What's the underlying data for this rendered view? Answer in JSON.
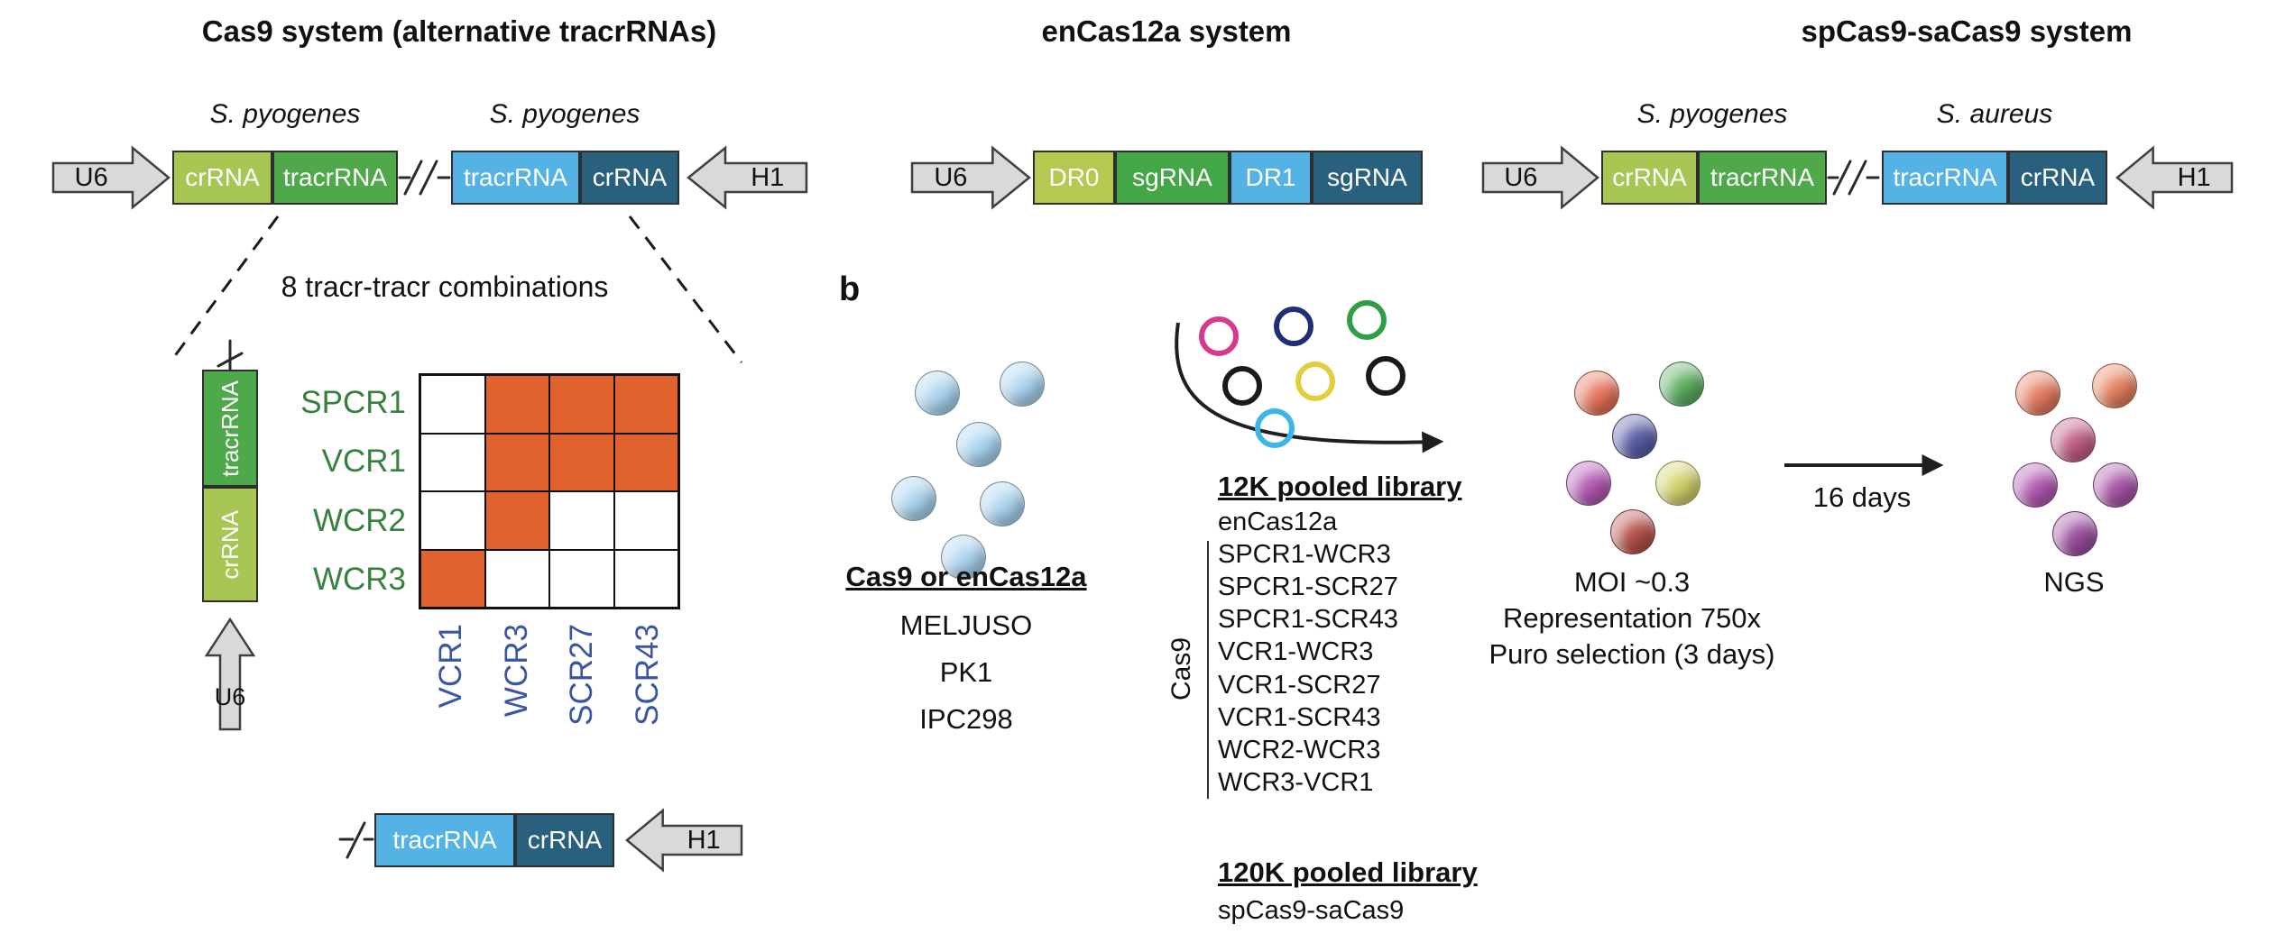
{
  "colors": {
    "crRNA_light_green": "#a8c653",
    "tracrRNA_green": "#4fa84a",
    "tracrRNA_light_blue": "#54b2e4",
    "crRNA_dark_teal": "#29607e",
    "dr0_green": "#b4c94f",
    "sgRNA_green": "#43a647",
    "dr1_light_blue": "#54b2e4",
    "sgRNA_dark_teal": "#29607e",
    "promoter_arrow_gray": "#d9d9d9",
    "matrix_orange": "#e0622c",
    "row_label_green": "#37813f",
    "col_label_blue": "#3a55a4"
  },
  "panel_a": {
    "titles": {
      "cas9": "Cas9 system (alternative tracrRNAs)",
      "encas12a": "enCas12a system",
      "spsa": "spCas9-saCas9  system"
    },
    "cas9": {
      "species_left": "S. pyogenes",
      "species_right": "S. pyogenes",
      "u6": "U6",
      "h1": "H1",
      "crRNA": "crRNA",
      "tracrRNA": "tracrRNA"
    },
    "encas12a": {
      "u6": "U6",
      "dr0": "DR0",
      "sgrna1": "sgRNA",
      "dr1": "DR1",
      "sgrna2": "sgRNA"
    },
    "spsa": {
      "species_left": "S. pyogenes",
      "species_right": "S. aureus",
      "u6": "U6",
      "h1": "H1",
      "crRNA": "crRNA",
      "tracrRNA": "tracrRNA"
    },
    "combos": {
      "caption": "8 tracr-tracr combinations",
      "vertical": {
        "u6": "U6",
        "tracrRNA": "tracrRNA",
        "crRNA": "crRNA"
      },
      "row_labels": [
        "SPCR1",
        "VCR1",
        "WCR2",
        "WCR3"
      ],
      "col_labels": [
        "VCR1",
        "WCR3",
        "SCR27",
        "SCR43"
      ],
      "fill": [
        [
          0,
          1,
          1,
          1
        ],
        [
          0,
          1,
          1,
          1
        ],
        [
          0,
          1,
          0,
          0
        ],
        [
          1,
          0,
          0,
          0
        ]
      ],
      "bottom": {
        "tracrRNA": "tracrRNA",
        "crRNA": "crRNA",
        "h1": "H1"
      }
    }
  },
  "panel_b": {
    "label": "b",
    "cells": {
      "title": "Cas9 or enCas12a",
      "lines": [
        "MELJUSO",
        "PK1",
        "IPC298"
      ],
      "color": "#a9d3ee"
    },
    "plasmid_colors": [
      "#d63a8c",
      "#222d78",
      "#2f9e44",
      "#1a1a1a",
      "#e2ce3c",
      "#1a1a1a",
      "#3db5e6"
    ],
    "lib12k": {
      "title": "12K pooled library",
      "first": "enCas12a",
      "bracket": "Cas9",
      "items": [
        "SPCR1-WCR3",
        "SPCR1-SCR27",
        "SPCR1-SCR43",
        "VCR1-WCR3",
        "VCR1-SCR27",
        "VCR1-SCR43",
        "WCR2-WCR3",
        "WCR3-VCR1"
      ]
    },
    "lib120k": {
      "title": "120K pooled library",
      "item": "spCas9-saCas9"
    },
    "selection": [
      "MOI ~0.3",
      "Representation 750x",
      "Puro selection (3 days)"
    ],
    "arrow_label": "16 days",
    "ngs": "NGS",
    "mid_colors": [
      "#e5725a",
      "#5aae60",
      "#5b5fa6",
      "#b25ab2",
      "#cfd06b",
      "#b5514a"
    ],
    "right_colors": [
      "#e5795f",
      "#e5815f",
      "#c05f86",
      "#b15ab1",
      "#a755a7",
      "#9c4f9e"
    ]
  }
}
